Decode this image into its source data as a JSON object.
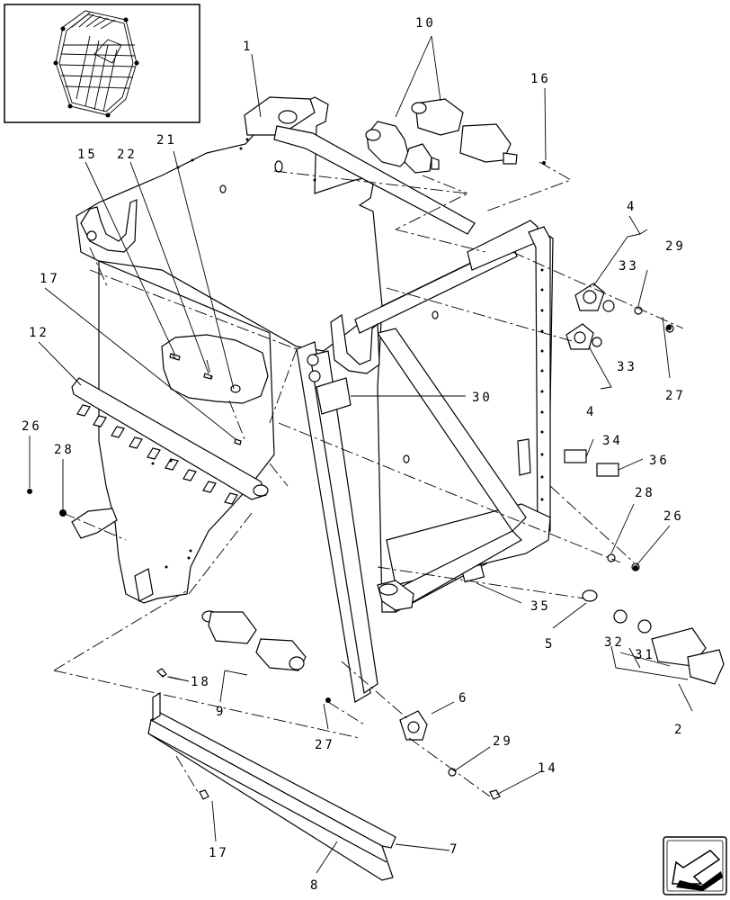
{
  "diagram": {
    "callouts": {
      "c1": "1",
      "c2": "2",
      "c4a": "4",
      "c4b": "4",
      "c5": "5",
      "c6": "6",
      "c7": "7",
      "c8": "8",
      "c9": "9",
      "c10": "10",
      "c12": "12",
      "c14": "14",
      "c15": "15",
      "c16": "16",
      "c17a": "17",
      "c17b": "17",
      "c18": "18",
      "c21": "21",
      "c22": "22",
      "c26a": "26",
      "c26b": "26",
      "c27a": "27",
      "c27b": "27",
      "c28a": "28",
      "c28b": "28",
      "c29a": "29",
      "c29b": "29",
      "c30": "30",
      "c31": "31",
      "c32": "32",
      "c33a": "33",
      "c33b": "33",
      "c34": "34",
      "c35": "35",
      "c36": "36"
    },
    "icons": {
      "thumbnail": "baler-overview-thumbnail",
      "nav": "next-page-arrow-icon"
    }
  }
}
